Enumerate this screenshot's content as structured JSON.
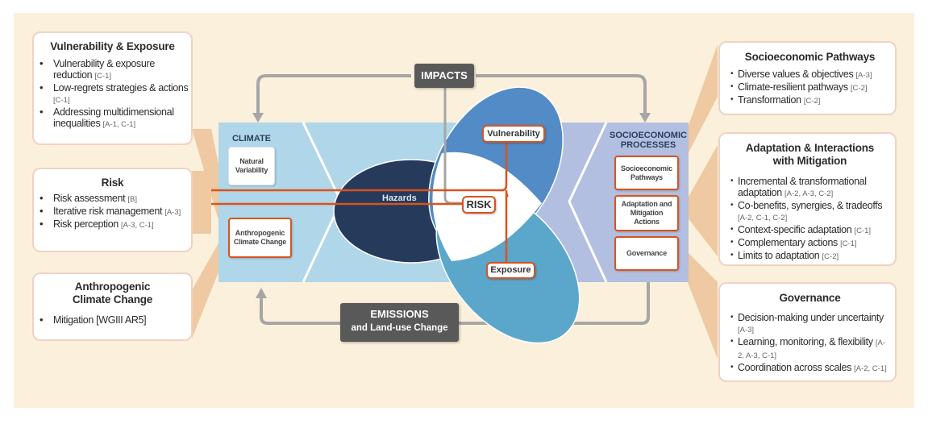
{
  "diagram": {
    "title": "Climate risk framework",
    "colors": {
      "background": "#fbf0dc",
      "climate_panel": "#b0d6e9",
      "socio_panel": "#b3bfe0",
      "hazards": "#263a5c",
      "vulnerability": "#528bc5",
      "exposure": "#5aa7cb",
      "risk_lines": "#d9531e",
      "arrows": "#a6a6a6",
      "connector": "#efc9a2"
    },
    "impacts_label": "IMPACTS",
    "emissions_label_line1": "EMISSIONS",
    "emissions_label_line2": "and Land-use Change",
    "climate": {
      "title": "CLIMATE",
      "natural_variability": "Natural Variability",
      "anthropogenic": "Anthropogenic Climate Change"
    },
    "center": {
      "hazards": "Hazards",
      "vulnerability": "Vulnerability",
      "exposure": "Exposure",
      "risk": "RISK"
    },
    "socioeconomic": {
      "title_line1": "SOCIOECONOMIC",
      "title_line2": "PROCESSES",
      "pathways": "Socioeconomic Pathways",
      "adaptation": "Adaptation and Mitigation Actions",
      "governance": "Governance"
    }
  },
  "left_callouts": [
    {
      "title": "Vulnerability & Exposure",
      "items": [
        {
          "text": "Vulnerability & exposure reduction",
          "ref": "[C-1]"
        },
        {
          "text": "Low-regrets strategies & actions",
          "ref": "[C-1]"
        },
        {
          "text": "Addressing multidimensional inequalities",
          "ref": "[A-1, C-1]"
        }
      ]
    },
    {
      "title": "Risk",
      "items": [
        {
          "text": "Risk assessment",
          "ref": "[B]"
        },
        {
          "text": "Iterative risk management",
          "ref": "[A-3]"
        },
        {
          "text": "Risk perception",
          "ref": "[A-3, C-1]"
        }
      ]
    },
    {
      "title_line1": "Anthropogenic",
      "title_line2": "Climate Change",
      "items": [
        {
          "text": "Mitigation [WGIII AR5]",
          "ref": ""
        }
      ]
    }
  ],
  "right_callouts": [
    {
      "title": "Socioeconomic Pathways",
      "items": [
        {
          "text": "Diverse values & objectives",
          "ref": "[A-3]"
        },
        {
          "text": "Climate-resilient pathways",
          "ref": "[C-2]"
        },
        {
          "text": "Transformation",
          "ref": "[C-2]"
        }
      ]
    },
    {
      "title_line1": "Adaptation & Interactions",
      "title_line2": "with Mitigation",
      "items": [
        {
          "text": "Incremental & transformational adaptation",
          "ref": "[A-2, A-3, C-2]"
        },
        {
          "text": "Co-benefits, synergies, & tradeoffs",
          "ref": "[A-2, C-1, C-2]"
        },
        {
          "text": "Context-specific adaptation",
          "ref": "[C-1]"
        },
        {
          "text": "Complementary actions",
          "ref": "[C-1]"
        },
        {
          "text": "Limits to adaptation",
          "ref": "[C-2]"
        }
      ]
    },
    {
      "title": "Governance",
      "items": [
        {
          "text": "Decision-making under uncertainty",
          "ref": "[A-3]"
        },
        {
          "text": "Learning, monitoring, & flexibility",
          "ref": "[A-2, A-3, C-1]"
        },
        {
          "text": "Coordination across scales",
          "ref": "[A-2, C-1]"
        }
      ]
    }
  ]
}
